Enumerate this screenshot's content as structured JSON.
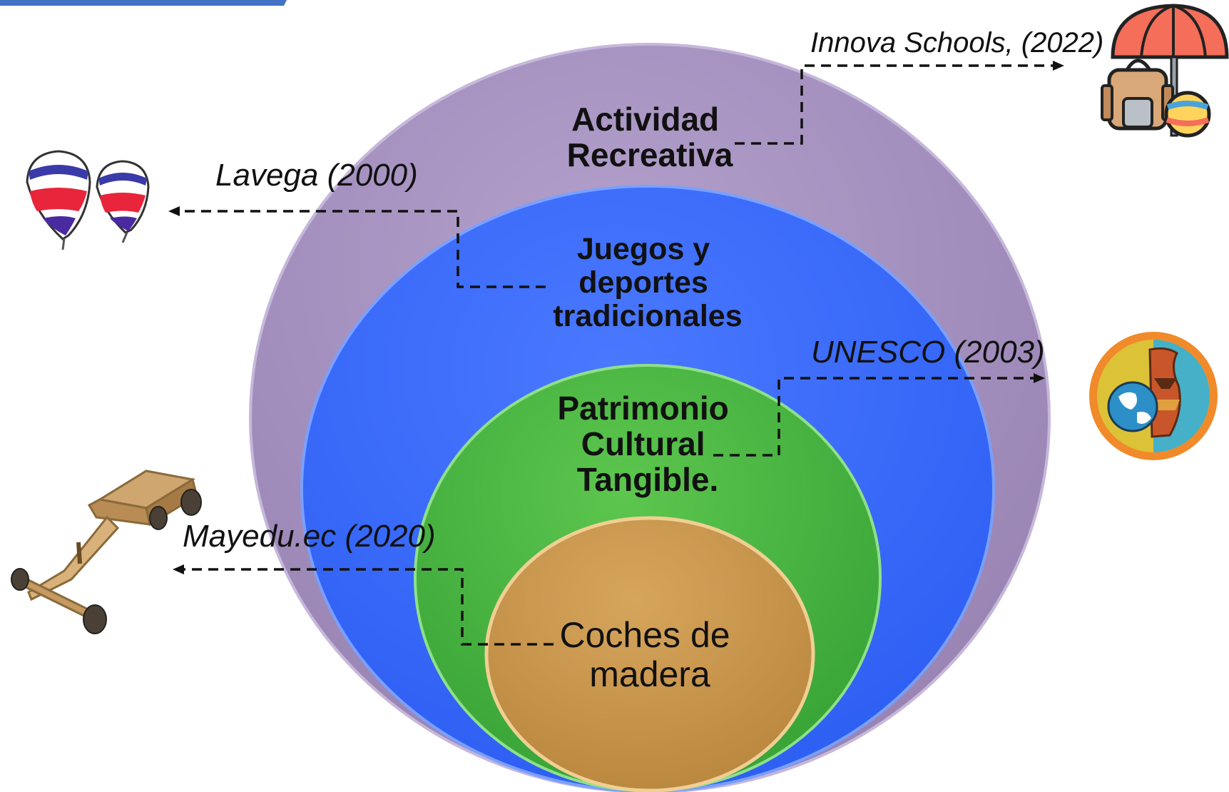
{
  "diagram": {
    "levels": [
      {
        "id": "level-1",
        "lines": [
          "Actividad",
          "Recreativa"
        ],
        "color": "#a08ab8"
      },
      {
        "id": "level-2",
        "lines": [
          "Juegos y",
          "deportes",
          "tradicionales"
        ],
        "color": "#3366ff"
      },
      {
        "id": "level-3",
        "lines": [
          "Patrimonio",
          "Cultural",
          "Tangible."
        ],
        "color": "#44b244"
      },
      {
        "id": "level-4",
        "lines": [
          "Coches de",
          "madera"
        ],
        "color": "#c9954a"
      }
    ],
    "citations": [
      {
        "id": "innova",
        "text": "Innova Schools, (2022)",
        "icon": "beach-bag-umbrella-icon"
      },
      {
        "id": "lavega",
        "text": "Lavega (2000)",
        "icon": "spinning-tops-icon"
      },
      {
        "id": "unesco",
        "text": "UNESCO (2003)",
        "icon": "cultural-heritage-globe-vase-icon"
      },
      {
        "id": "mayedu",
        "text": "Mayedu.ec (2020)",
        "icon": "wooden-cart-icon"
      }
    ]
  }
}
